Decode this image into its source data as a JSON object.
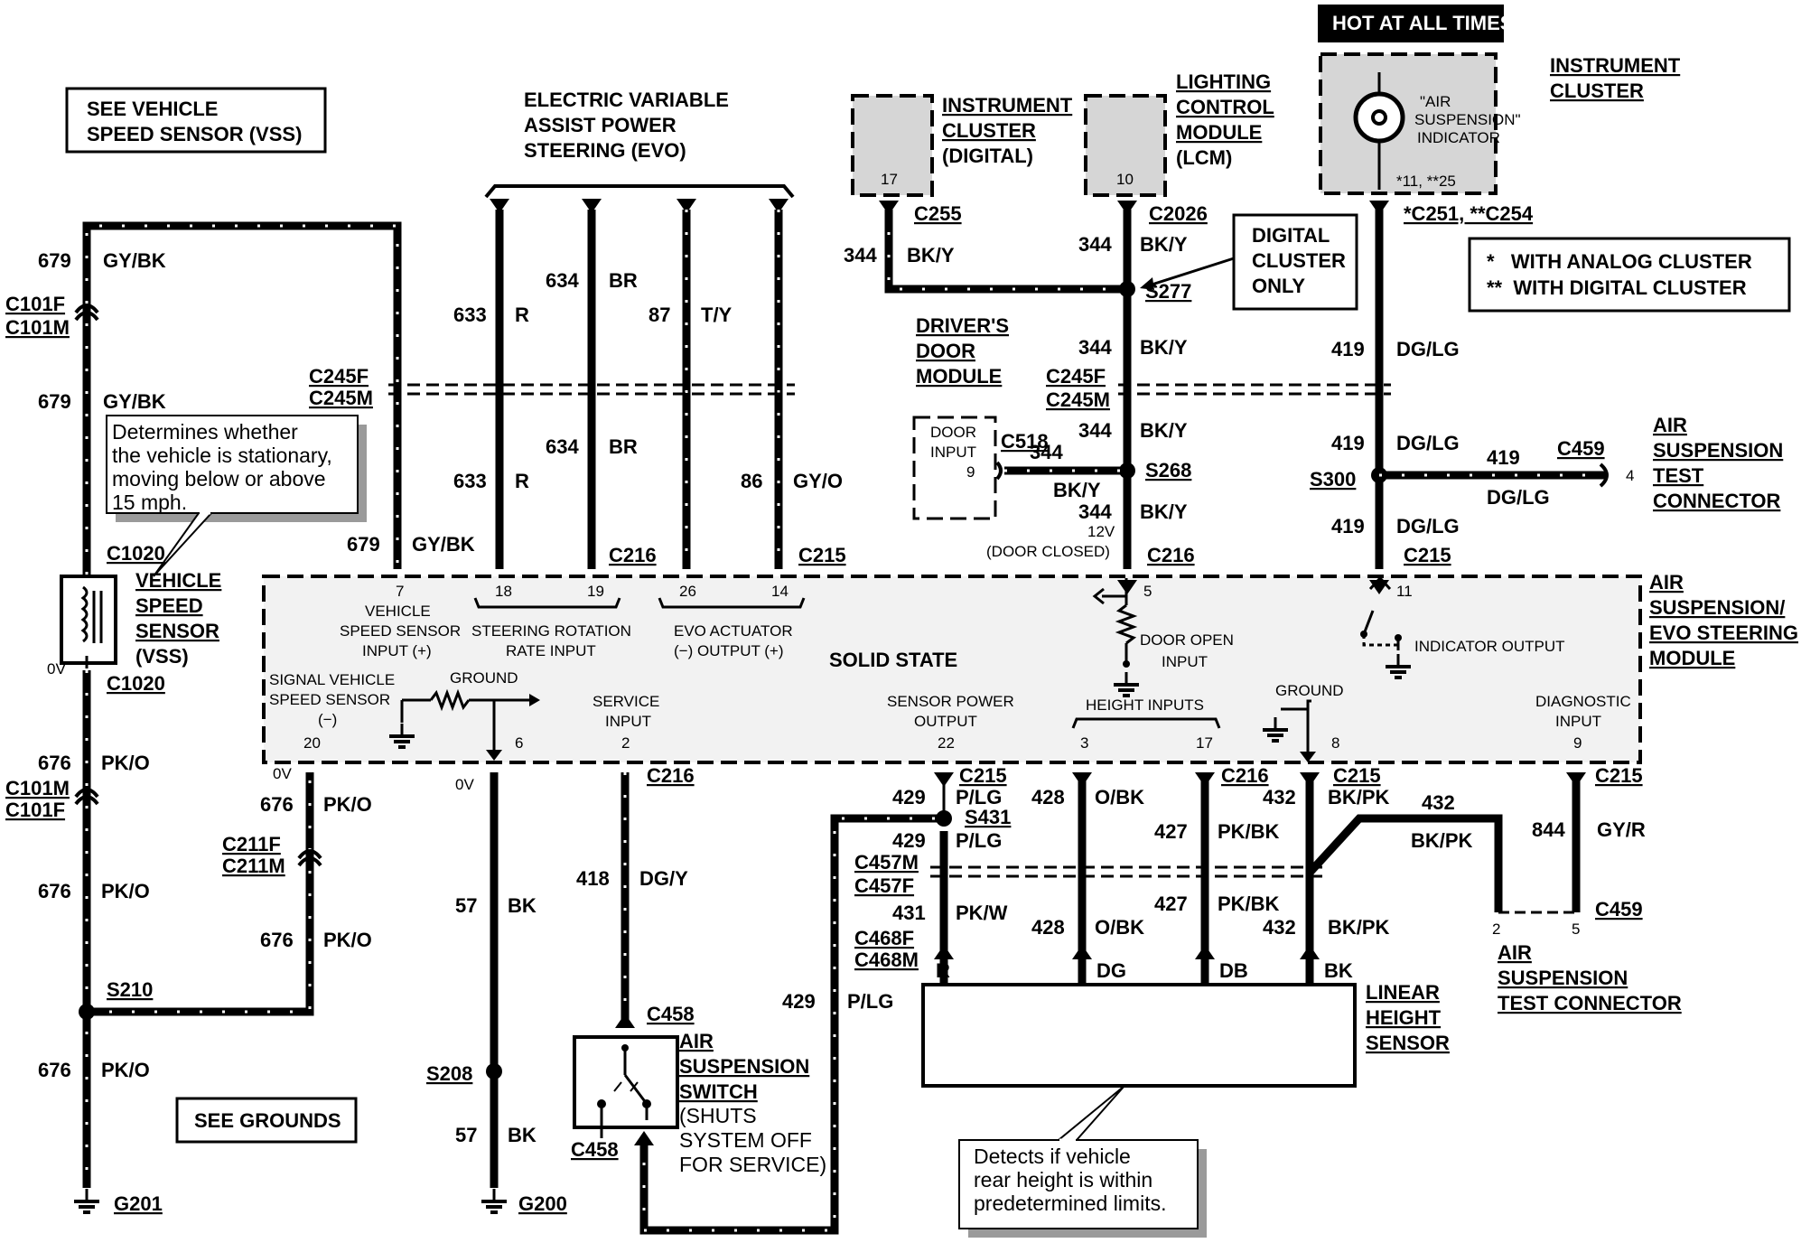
{
  "boxes": {
    "see_vss": [
      "SEE VEHICLE",
      "SPEED SENSOR (VSS)"
    ],
    "see_grounds": "SEE GROUNDS",
    "hot_at_all_times": "HOT AT ALL TIMES",
    "digital_cluster_only": [
      "DIGITAL",
      "CLUSTER",
      "ONLY"
    ],
    "legend": [
      "*   WITH ANALOG CLUSTER",
      "**  WITH DIGITAL CLUSTER"
    ]
  },
  "components": {
    "evo": [
      "ELECTRIC VARIABLE",
      "ASSIST POWER",
      "STEERING (EVO)"
    ],
    "ic_digital": {
      "name": [
        "INSTRUMENT",
        "CLUSTER"
      ],
      "sub": "(DIGITAL)",
      "pin": "17"
    },
    "lcm": {
      "name": [
        "LIGHTING",
        "CONTROL",
        "MODULE"
      ],
      "sub": "(LCM)",
      "pin": "10"
    },
    "ic_analog": {
      "name": [
        "INSTRUMENT",
        "CLUSTER"
      ],
      "indicator": [
        "\"AIR",
        "SUSPENSION\"",
        "INDICATOR"
      ],
      "pins": "*11, **25"
    },
    "ddm": [
      "DRIVER'S",
      "DOOR",
      "MODULE"
    ],
    "door_input": {
      "text": [
        "DOOR",
        "INPUT"
      ],
      "pin": "9"
    },
    "vss": [
      "VEHICLE",
      "SPEED",
      "SENSOR",
      "(VSS)"
    ],
    "air_test_conn_top": [
      "AIR",
      "SUSPENSION",
      "TEST",
      "CONNECTOR"
    ],
    "module": [
      "AIR",
      "SUSPENSION/",
      "EVO STEERING",
      "MODULE"
    ],
    "air_test_conn_bottom": [
      "AIR",
      "SUSPENSION",
      "TEST CONNECTOR"
    ],
    "air_switch": [
      "AIR",
      "SUSPENSION",
      "SWITCH"
    ],
    "air_switch_note": [
      "(SHUTS",
      "SYSTEM OFF",
      "FOR SERVICE)"
    ],
    "lhs": [
      "LINEAR",
      "HEIGHT",
      "SENSOR"
    ]
  },
  "callouts": {
    "vss": [
      "Determines whether",
      "the vehicle is stationary,",
      "moving below or above",
      "15 mph."
    ],
    "lhs": [
      "Detects if vehicle",
      "rear height is within",
      "predetermined limits."
    ]
  },
  "module_labels": {
    "solid_state": "SOLID STATE",
    "vss_in": [
      "VEHICLE",
      "SPEED SENSOR",
      "INPUT (+)"
    ],
    "steer": [
      "STEERING ROTATION",
      "RATE INPUT"
    ],
    "evo_act": [
      "EVO ACTUATOR",
      "(−) OUTPUT (+)"
    ],
    "door_open": [
      "DOOR OPEN",
      "INPUT"
    ],
    "indicator_out": "INDICATOR OUTPUT",
    "signal_vss": [
      "SIGNAL VEHICLE",
      "SPEED SENSOR",
      "(−)"
    ],
    "ground1": "GROUND",
    "service": [
      "SERVICE",
      "INPUT"
    ],
    "sensor_pwr": [
      "SENSOR POWER",
      "OUTPUT"
    ],
    "height": "HEIGHT INPUTS",
    "ground2": "GROUND",
    "diag": [
      "DIAGNOSTIC",
      "INPUT"
    ],
    "pins": [
      "7",
      "18",
      "19",
      "26",
      "14",
      "5",
      "11",
      "20",
      "6",
      "2",
      "22",
      "3",
      "17",
      "8",
      "9"
    ]
  },
  "connectors": [
    "C101F",
    "C101M",
    "C1020",
    "C1020",
    "C101M",
    "C101F",
    "C211F",
    "C211M",
    "S210",
    "S208",
    "G201",
    "G200",
    "C245F",
    "C245M",
    "C216",
    "C215",
    "C255",
    "C2026",
    "S277",
    "C245F",
    "C245M",
    "C518",
    "S268",
    "C216",
    "*C251, **C254",
    "S300",
    "C459",
    "C215",
    "C216",
    "C215",
    "S431",
    "C216",
    "C215",
    "C215",
    "C457M",
    "C457F",
    "C468F",
    "C468M",
    "C459",
    "C458",
    "C458"
  ],
  "wires": {
    "w679a": [
      "679",
      "GY/BK"
    ],
    "w679b": [
      "679",
      "GY/BK"
    ],
    "w679c": [
      "679",
      "GY/BK"
    ],
    "w633a": [
      "633",
      "R"
    ],
    "w634a": [
      "634",
      "BR"
    ],
    "w87": [
      "87",
      "T/Y"
    ],
    "w633b": [
      "633",
      "R"
    ],
    "w634b": [
      "634",
      "BR"
    ],
    "w86": [
      "86",
      "GY/O"
    ],
    "w676a": [
      "676",
      "PK/O"
    ],
    "w676b": [
      "676",
      "PK/O"
    ],
    "w676c": [
      "676",
      "PK/O"
    ],
    "w676d": [
      "676",
      "PK/O"
    ],
    "w676e": [
      "676",
      "PK/O"
    ],
    "w57a": [
      "57",
      "BK"
    ],
    "w57b": [
      "57",
      "BK"
    ],
    "w418": [
      "418",
      "DG/Y"
    ],
    "w429c": [
      "429",
      "P/LG"
    ],
    "w344a": [
      "344",
      "BK/Y"
    ],
    "w344b": [
      "344",
      "BK/Y"
    ],
    "w344c": [
      "344",
      "BK/Y"
    ],
    "w344d": [
      "344",
      "BK/Y"
    ],
    "w344e": [
      "344",
      "BK/Y"
    ],
    "w344f": [
      "344",
      "BK/Y"
    ],
    "w419a": [
      "419",
      "DG/LG"
    ],
    "w419b": [
      "419",
      "DG/LG"
    ],
    "w419c": [
      "419",
      "DG/LG"
    ],
    "w419d": [
      "419",
      "DG/LG"
    ],
    "w429a": [
      "429",
      "P/LG"
    ],
    "w429b": [
      "429",
      "P/LG"
    ],
    "w431": [
      "431",
      "PK/W"
    ],
    "w428a": [
      "428",
      "O/BK"
    ],
    "w428b": [
      "428",
      "O/BK"
    ],
    "w427a": [
      "427",
      "PK/BK"
    ],
    "w427b": [
      "427",
      "PK/BK"
    ],
    "w432a": [
      "432",
      "BK/PK"
    ],
    "w432b": [
      "432",
      "BK/PK"
    ],
    "w432c": [
      "432",
      "BK/PK"
    ],
    "w844": [
      "844",
      "GY/R"
    ]
  },
  "misc": {
    "v0a": "0V",
    "v0b": "0V",
    "v0c": "0V",
    "v12": "12V",
    "door_closed": "(DOOR CLOSED)",
    "lhs_pins": [
      "R",
      "DG",
      "DB",
      "BK"
    ],
    "test_pins": [
      "2",
      "5"
    ],
    "tc_pin4": "4"
  }
}
